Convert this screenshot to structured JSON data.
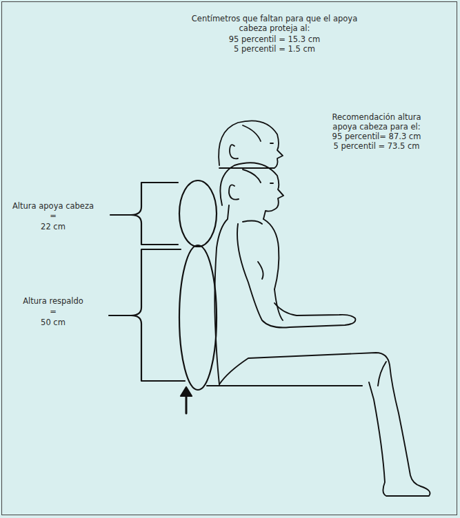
{
  "diagram": {
    "labels": [
      "Centímetros que faltan para que el apoya cabeza proteja al:",
      "95 percentil = 15.3 cm",
      "5 percentil = 1.5 cm",
      "Recomendación altura apoya cabeza para el:",
      "95 percentil= 87.3 cm",
      "5 percentil = 73.5 cm",
      "Altura apoya cabeza",
      "=",
      "22 cm",
      "Altura respaldo",
      "=",
      "50 cm"
    ]
  }
}
